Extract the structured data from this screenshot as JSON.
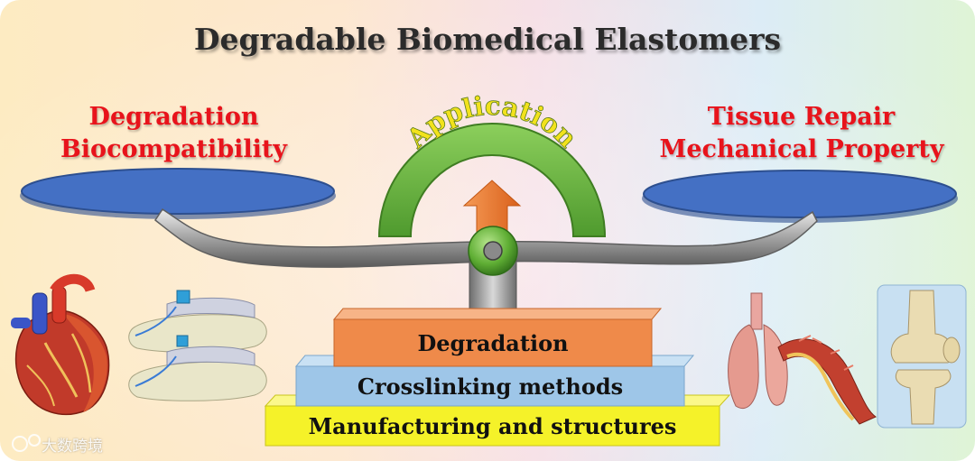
{
  "title": "Degradable Biomedical Elastomers",
  "left_labels": [
    "Degradation",
    "Biocompatibility"
  ],
  "right_labels": [
    "Tissue Repair",
    "Mechanical Property"
  ],
  "arc_label": "Application",
  "foundation_blocks": [
    "Degradation",
    "Crosslinking methods",
    "Manufacturing and structures"
  ],
  "watermark": "大数跨境",
  "colors": {
    "title": "#2b2b2b",
    "labels": "#e8131b",
    "pans": "#4470c4",
    "arc": "#6cb043",
    "arc_text": "#f2e21c",
    "arrow": "#ef7a2b",
    "block_degradation": "#ef8a4a",
    "block_crosslinking": "#9ec6e8",
    "block_manufacturing": "#f5f229"
  },
  "illustrations": [
    "heart-illustration",
    "spine-illustration",
    "lungs-illustration",
    "blood-vessel-illustration",
    "knee-joint-illustration"
  ]
}
